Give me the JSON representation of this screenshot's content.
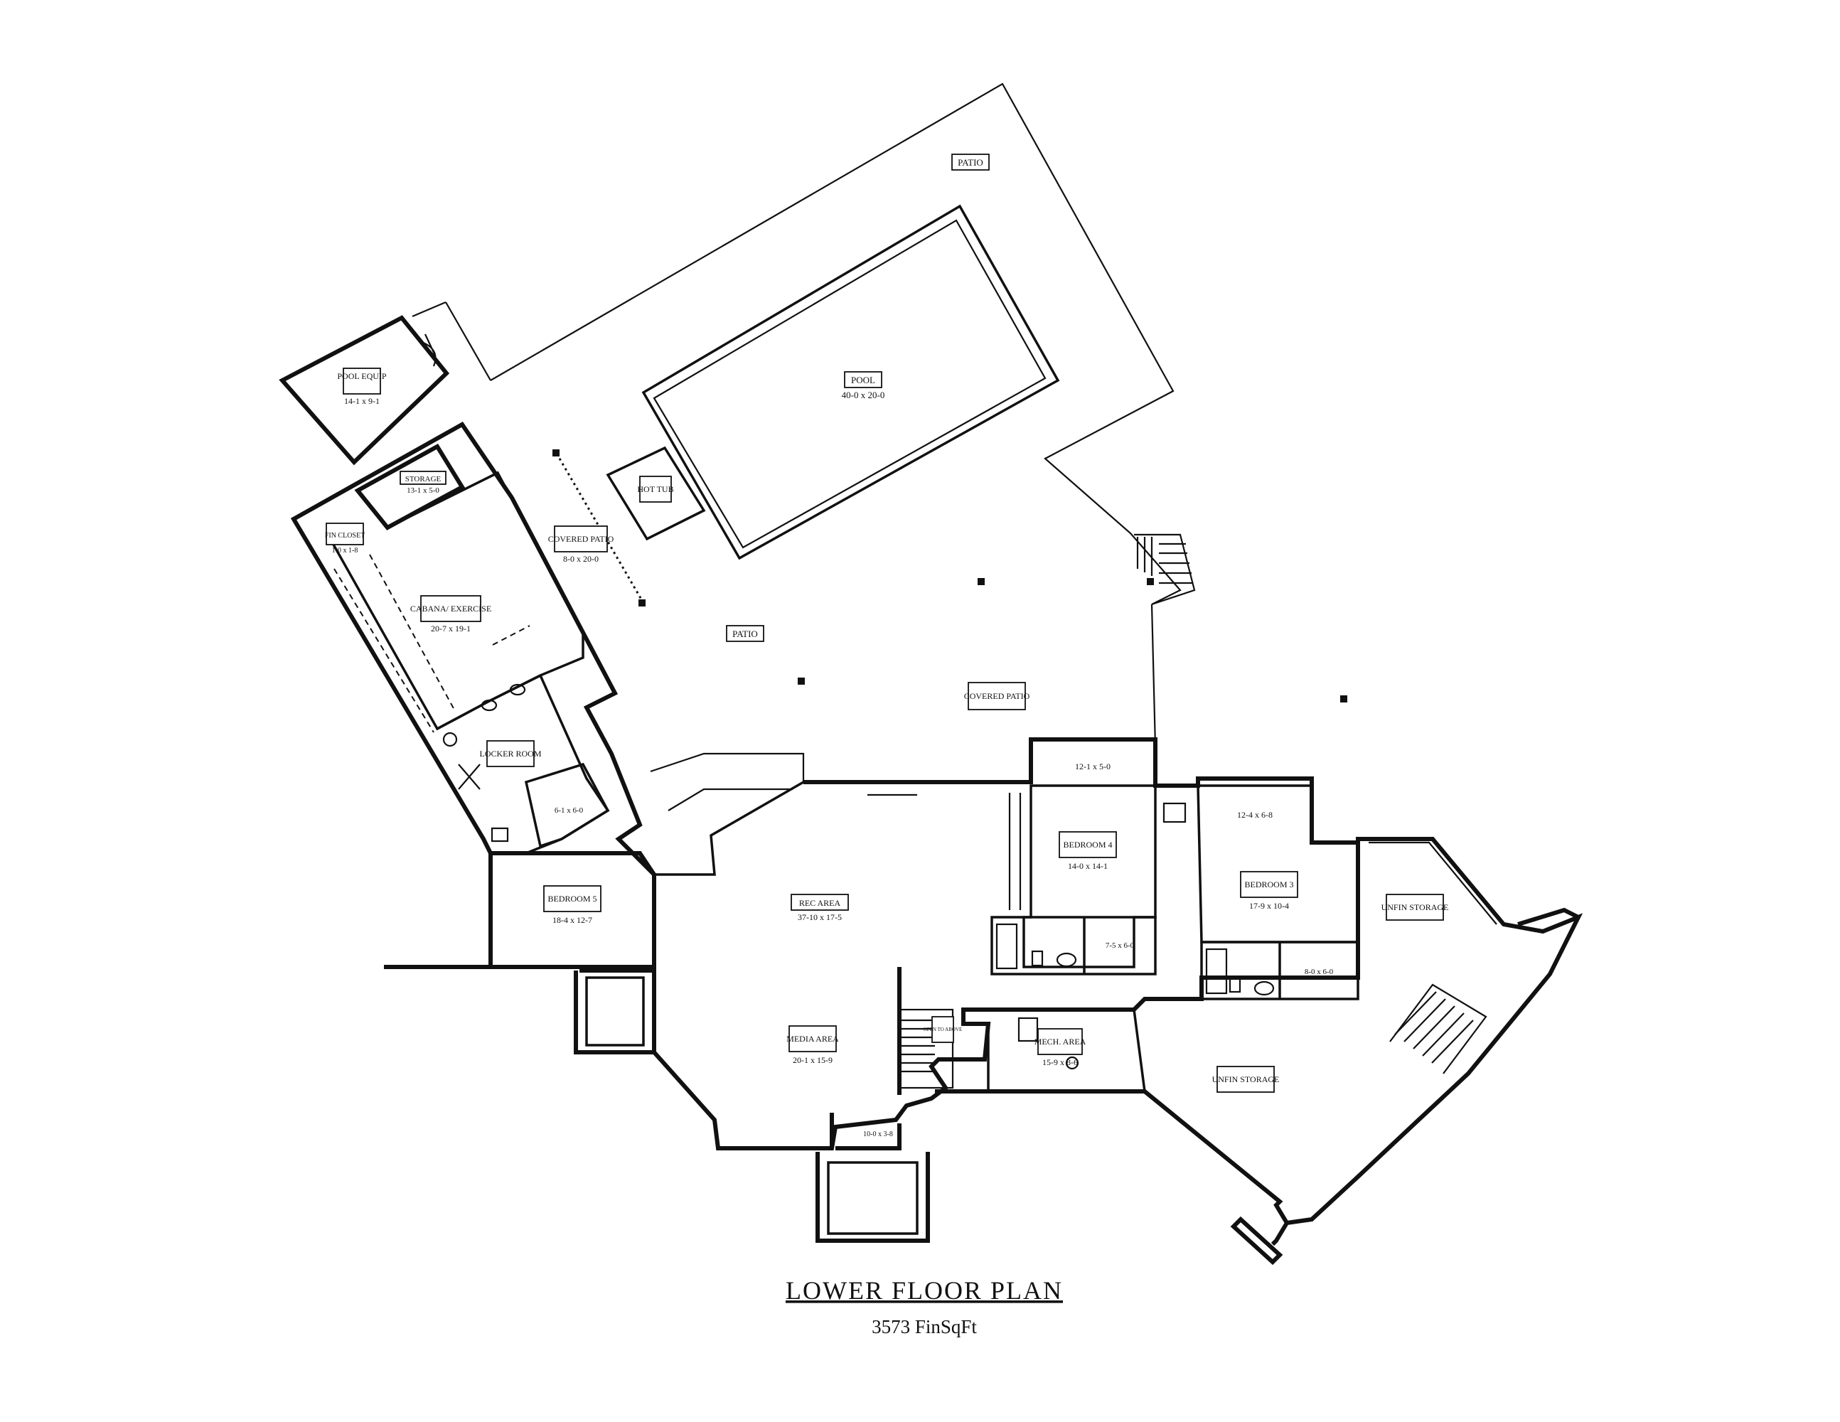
{
  "plan": {
    "title": "LOWER FLOOR PLAN",
    "subtitle": "3573 FinSqFt"
  },
  "rooms": [
    {
      "id": "patio-north",
      "name": "PATIO",
      "dims": ""
    },
    {
      "id": "pool",
      "name": "POOL",
      "dims": "40-0 x 20-0"
    },
    {
      "id": "pool-equip",
      "name": "POOL EQUIP",
      "dims": "14-1 x 9-1"
    },
    {
      "id": "hot-tub",
      "name": "HOT TUB",
      "dims": ""
    },
    {
      "id": "storage",
      "name": "STORAGE",
      "dims": "13-1 x 5-0"
    },
    {
      "id": "fin-closet",
      "name": "FIN CLOSET",
      "dims": "1-0 x 1-8"
    },
    {
      "id": "covered-patio-1",
      "name": "COVERED PATIO",
      "dims": "8-0 x 20-0"
    },
    {
      "id": "cabana",
      "name": "CABANA/ EXERCISE",
      "dims": "20-7 x 19-1"
    },
    {
      "id": "patio-middle",
      "name": "PATIO",
      "dims": ""
    },
    {
      "id": "covered-patio-2",
      "name": "COVERED PATIO",
      "dims": ""
    },
    {
      "id": "locker-room",
      "name": "LOCKER ROOM",
      "dims": ""
    },
    {
      "id": "locker-bath",
      "name": "",
      "dims": "6-1 x 6-0"
    },
    {
      "id": "bedroom-5",
      "name": "BEDROOM 5",
      "dims": "18-4 x 12-7"
    },
    {
      "id": "rec-area",
      "name": "REC AREA",
      "dims": "37-10 x 17-5"
    },
    {
      "id": "closet-4",
      "name": "",
      "dims": "12-1 x 5-0"
    },
    {
      "id": "bedroom-4",
      "name": "BEDROOM 4",
      "dims": "14-0 x 14-1"
    },
    {
      "id": "bath-4",
      "name": "",
      "dims": "7-5 x 6-0"
    },
    {
      "id": "closet-3",
      "name": "",
      "dims": "12-4 x 6-8"
    },
    {
      "id": "bedroom-3",
      "name": "BEDROOM 3",
      "dims": "17-9 x 10-4"
    },
    {
      "id": "bath-3",
      "name": "",
      "dims": "8-0 x 6-0"
    },
    {
      "id": "unfin-storage-east",
      "name": "UNFIN STORAGE",
      "dims": ""
    },
    {
      "id": "media-area",
      "name": "MEDIA AREA",
      "dims": "20-1 x 15-9"
    },
    {
      "id": "open-to-above",
      "name": "OPEN TO ABOVE",
      "dims": ""
    },
    {
      "id": "mech-area",
      "name": "MECH. AREA",
      "dims": "15-9 x 8-6"
    },
    {
      "id": "unfin-storage-south",
      "name": "UNFIN STORAGE",
      "dims": ""
    },
    {
      "id": "media-nook",
      "name": "",
      "dims": "10-0 x 3-8"
    }
  ]
}
